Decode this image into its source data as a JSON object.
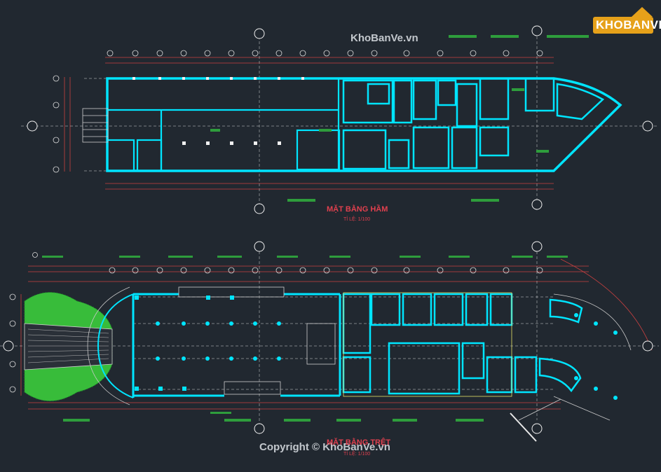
{
  "watermark_top": "KhoBanVe.vn",
  "watermark_bottom": "Copyright © KhoBanVe.vn",
  "logo": {
    "text": "KHOBANVE"
  },
  "plan_basement": {
    "title": "MẶT BẰNG HẦM",
    "scale": "TỈ LỆ: 1/100"
  },
  "plan_ground": {
    "title": "MẶT BẰNG TRỆT",
    "scale": "TỈ LỆ: 1/100"
  },
  "colors": {
    "background": "#212830",
    "walls": "#00e5ff",
    "grid": "#e2e2e2",
    "dimension": "#d24a4a",
    "labels": "#2e9d3c",
    "landscape": "#3cd63c",
    "title": "#e0404e"
  }
}
